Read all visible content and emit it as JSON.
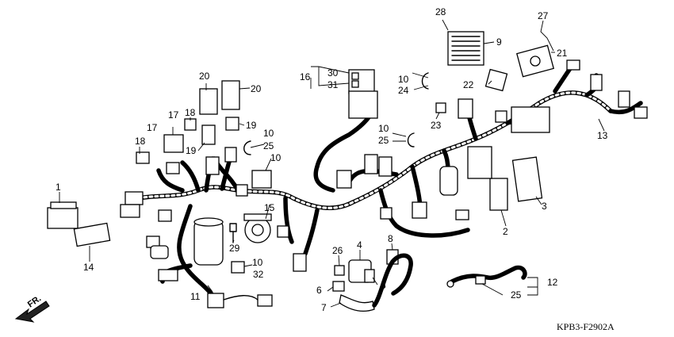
{
  "drawing_code": "KPB3-F2902A",
  "direction_label": "FR.",
  "callouts": {
    "c1": "1",
    "c2": "2",
    "c3": "3",
    "c4": "4",
    "c5": "5",
    "c6": "6",
    "c7": "7",
    "c8": "8",
    "c9": "9",
    "c10a": "10",
    "c10b": "10",
    "c10c": "10",
    "c10d": "10",
    "c10e": "10",
    "c11": "11",
    "c12": "12",
    "c13": "13",
    "c14": "14",
    "c15": "15",
    "c16": "16",
    "c17": "17",
    "c18a": "18",
    "c18b": "18",
    "c19a": "19",
    "c19b": "19",
    "c20a": "20",
    "c20b": "20",
    "c21": "21",
    "c22": "22",
    "c23": "23",
    "c24": "24",
    "c25a": "25",
    "c25b": "25",
    "c25c": "25",
    "c26": "26",
    "c27": "27",
    "c28": "28",
    "c29": "29",
    "c30": "30",
    "c31": "31",
    "c32": "32"
  }
}
